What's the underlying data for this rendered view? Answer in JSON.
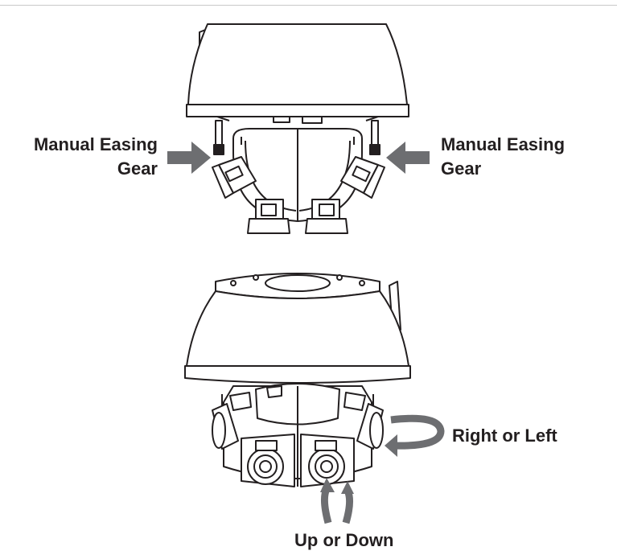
{
  "labels": {
    "gear_left_line1": "Manual Easing",
    "gear_left_line2": "Gear",
    "gear_right_line1": "Manual Easing",
    "gear_right_line2": "Gear",
    "rotate_pan": "Right or Left",
    "rotate_tilt": "Up or Down"
  },
  "colors": {
    "line": "#231f20",
    "arrow": "#6d6e71",
    "fill": "#ffffff"
  }
}
